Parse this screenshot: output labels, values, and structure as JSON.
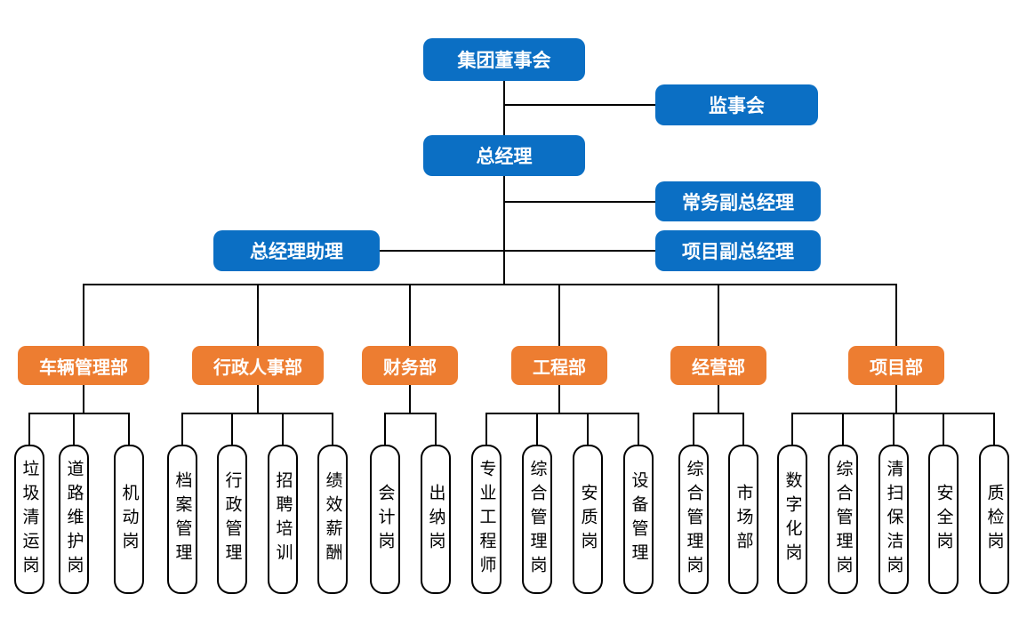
{
  "colors": {
    "executive_box": "#0b6fc4",
    "department_box": "#ed7d31",
    "position_box_border": "#000000",
    "connector": "#000000",
    "background": "#ffffff"
  },
  "executive": {
    "board": "集团董事会",
    "supervisory": "监事会",
    "general_manager": "总经理",
    "executive_deputy_gm": "常务副总经理",
    "project_deputy_gm": "项目副总经理",
    "gm_assistant": "总经理助理"
  },
  "departments": [
    {
      "label": "车辆管理部",
      "positions": [
        "垃圾清运岗",
        "道路维护岗",
        "机动岗"
      ]
    },
    {
      "label": "行政人事部",
      "positions": [
        "档案管理",
        "行政管理",
        "招聘培训",
        "绩效薪酬"
      ]
    },
    {
      "label": "财务部",
      "positions": [
        "会计岗",
        "出纳岗"
      ]
    },
    {
      "label": "工程部",
      "positions": [
        "专业工程师",
        "综合管理岗",
        "安质岗",
        "设备管理"
      ]
    },
    {
      "label": "经营部",
      "positions": [
        "综合管理岗",
        "市场部"
      ]
    },
    {
      "label": "项目部",
      "positions": [
        "数字化岗",
        "综合管理岗",
        "清扫保洁岗",
        "安全岗",
        "质检岗"
      ]
    }
  ]
}
